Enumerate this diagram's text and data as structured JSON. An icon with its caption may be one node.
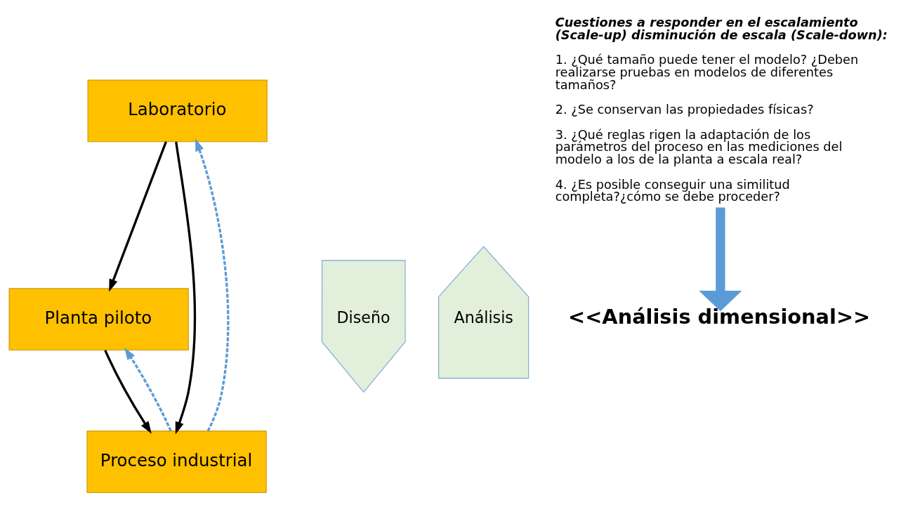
{
  "diagram": {
    "nodes": [
      {
        "text": [
          "Laboratorio"
        ]
      },
      {
        "text": [
          "Planta piloto"
        ]
      },
      {
        "text": [
          "Proceso industrial"
        ]
      },
      {
        "text": [
          "Diseño"
        ]
      },
      {
        "text": [
          "Análisis"
        ]
      },
      {
        "text": [
          "Cuestiones a responder en el escalamiento (Scale-up) disminución de escala (Scale-down):",
          "1. ¿Qué tamaño puede tener el modelo? ¿Deben realizarse pruebas en modelos de diferentes tamaños?",
          "2. ¿Se conservan las propiedades físicas?",
          "3. ¿Qué reglas rigen la adaptación de los parámetros del proceso en las mediciones del modelo a los de la planta a escala real?",
          "4. ¿Es posible conseguir una similitud completa?¿cómo se debe proceder?"
        ]
      },
      {
        "text": [
          "<<Análisis dimensional>>"
        ]
      }
    ],
    "edges": [
      {
        "from": 0,
        "to": 1,
        "arrow": "to"
      },
      {
        "from": 0,
        "to": 2,
        "arrow": "to"
      },
      {
        "from": 1,
        "to": 2,
        "arrow": "to"
      },
      {
        "from": 2,
        "to": 0,
        "arrow": "to",
        "style": "dashed",
        "color": "#5b9bd5"
      },
      {
        "from": 2,
        "to": 1,
        "arrow": "to",
        "style": "dashed",
        "color": "#5b9bd5"
      },
      {
        "from": 5,
        "to": 6,
        "arrow": "to",
        "style": "thick",
        "color": "#5b9bd5"
      }
    ]
  }
}
